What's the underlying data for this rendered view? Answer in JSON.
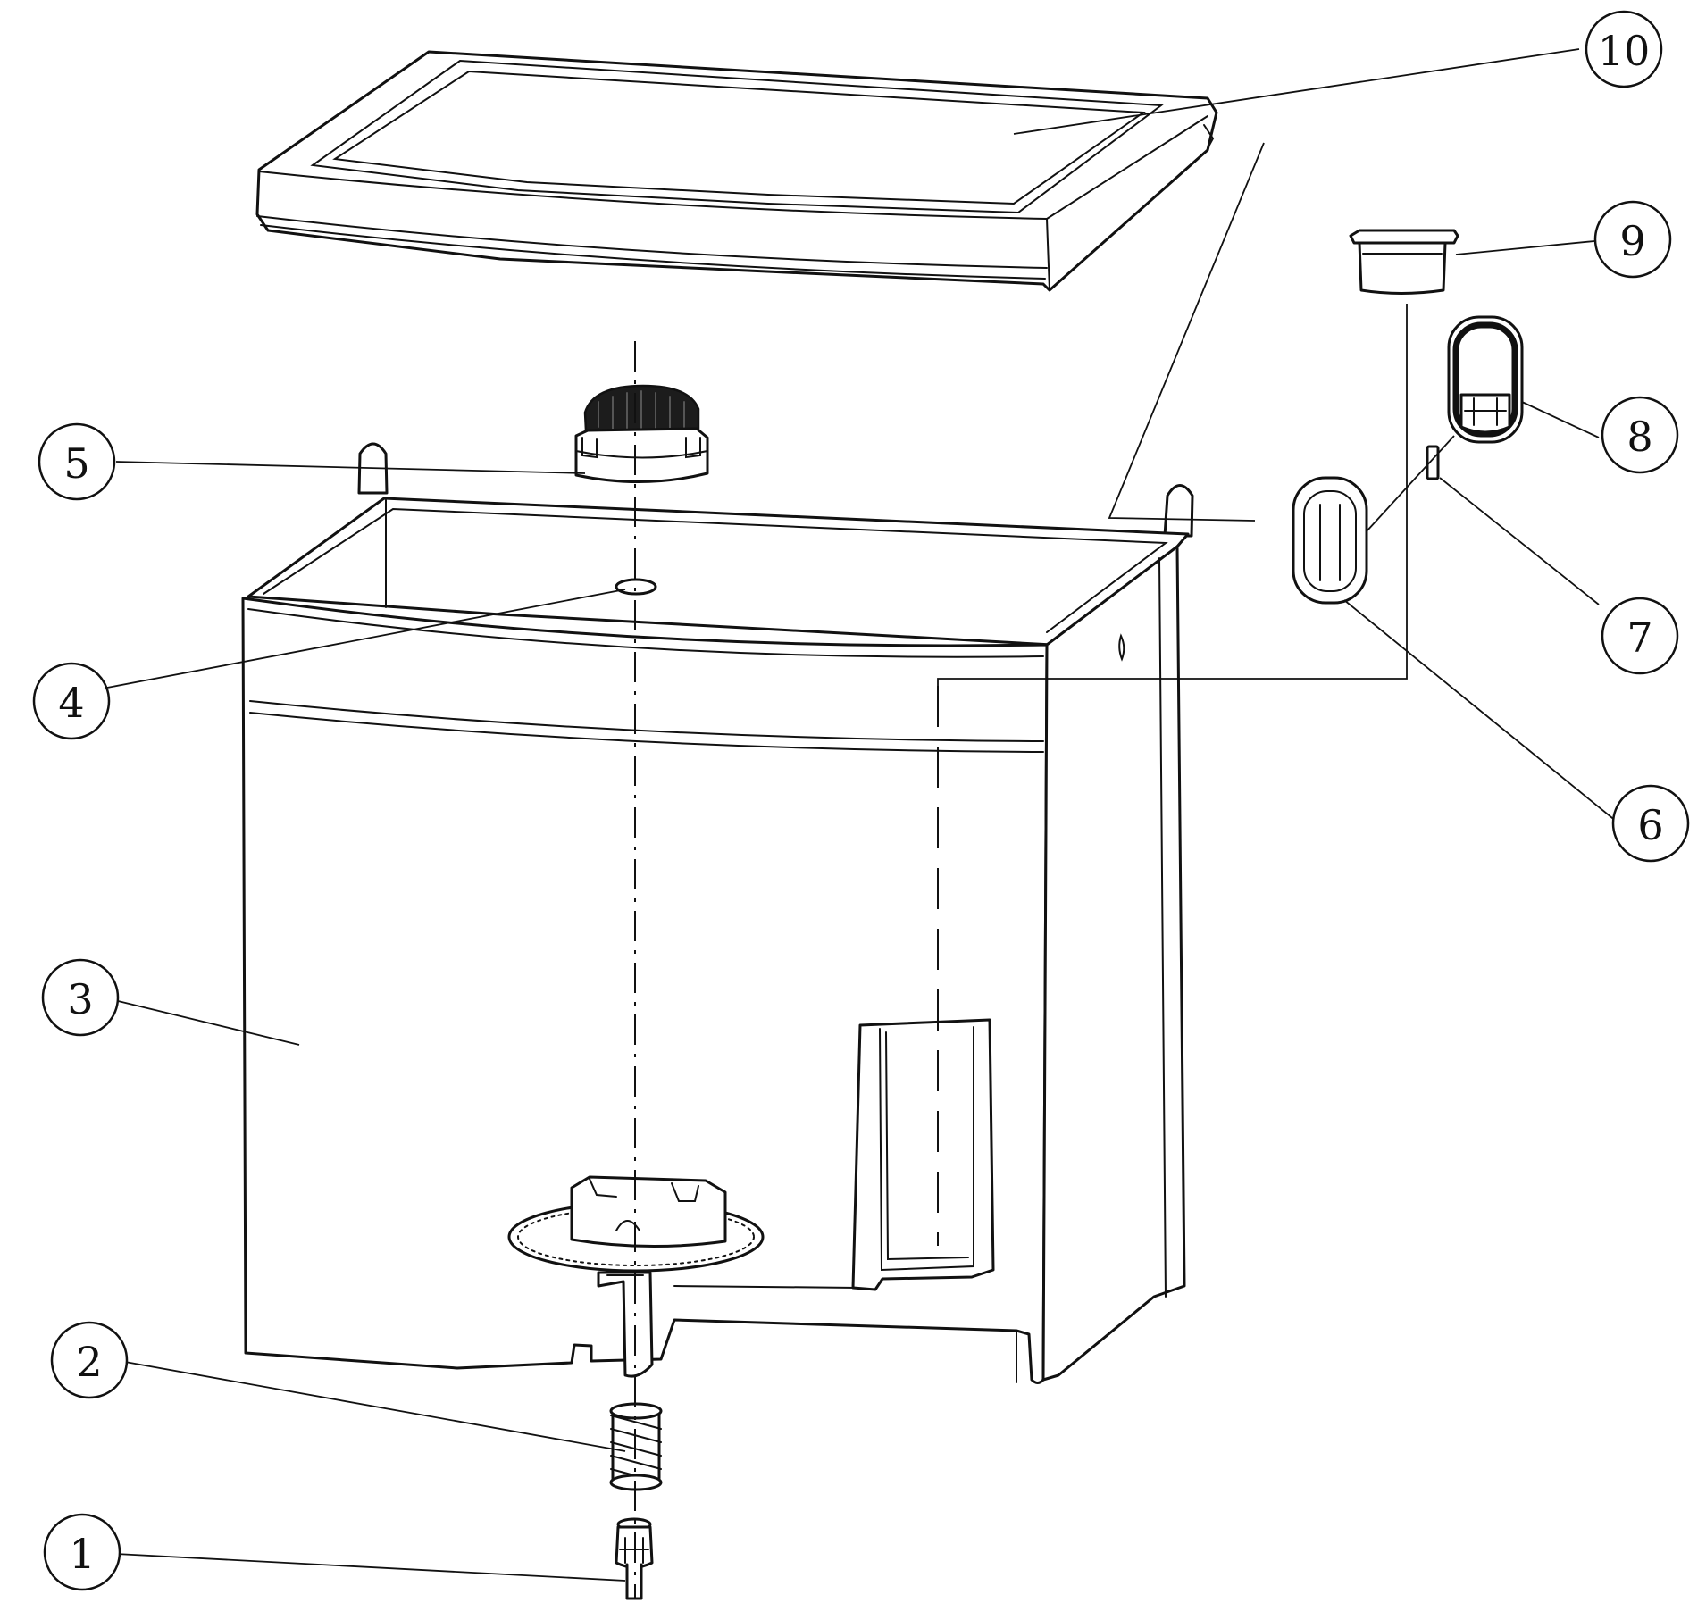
{
  "callouts": [
    {
      "label": "1"
    },
    {
      "label": "2"
    },
    {
      "label": "3"
    },
    {
      "label": "4"
    },
    {
      "label": "5"
    },
    {
      "label": "6"
    },
    {
      "label": "7"
    },
    {
      "label": "8"
    },
    {
      "label": "9"
    },
    {
      "label": "10"
    }
  ],
  "colors": {
    "line": "#111111",
    "background": "#ffffff"
  }
}
